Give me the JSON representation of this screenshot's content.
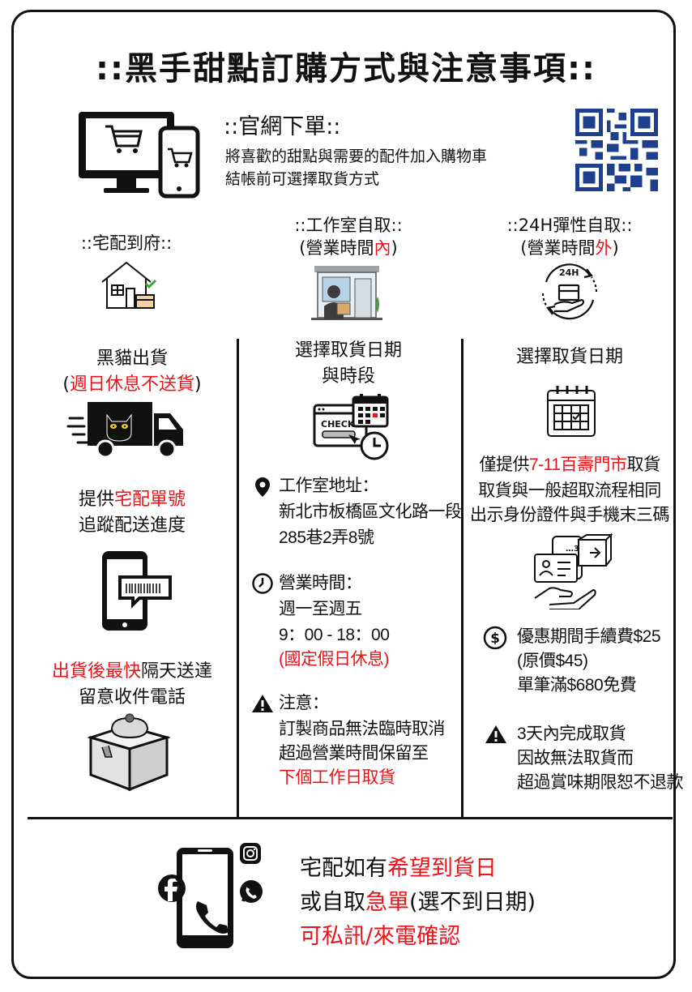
{
  "title": "::黑手甜點訂購方式與注意事項::",
  "official": {
    "heading": "::官網下單::",
    "line1": "將喜歡的甜點與需要的配件加入購物車",
    "line2": "結帳前可選擇取貨方式"
  },
  "delivery": {
    "heading": "::宅配到府::",
    "carrier": "黑貓出貨",
    "no_send_open": "(",
    "no_send": "週日休息不送貨",
    "no_send_close": ")",
    "track_prefix": "提供",
    "track_red": "宅配單號",
    "track_line2": "追蹤配送進度",
    "fast_red": "出貨後最快",
    "fast_rest": "隔天送達",
    "notice": "留意收件電話"
  },
  "studio": {
    "heading": "::工作室自取::",
    "hours_open": "(營業時間",
    "hours_red": "內",
    "hours_close": ")",
    "choose1": "選擇取貨日期",
    "choose2": "與時段",
    "check_label": "CHECK",
    "address_label": "工作室地址：",
    "address1": "新北市板橋區文化路一段",
    "address2": "285巷2弄8號",
    "time_label": "營業時間：",
    "time_days": "週一至週五",
    "time_range": "9：00 - 18：00",
    "time_holiday": "(國定假日休息)",
    "note_label": "注意：",
    "note1": "訂製商品無法臨時取消",
    "note2": "超過營業時間保留至",
    "note3": "下個工作日取貨"
  },
  "self24": {
    "heading": "::24H彈性自取::",
    "hours_open": "(營業時間",
    "hours_red": "外",
    "hours_close": ")",
    "badge": "24H",
    "choose": "選擇取貨日期",
    "store_prefix": "僅提供",
    "store_red": "7-11百壽門市",
    "store_suffix": "取貨",
    "flow": "取貨與一般超取流程相同",
    "id": "出示身份證件與手機末三碼",
    "box_label": "…3",
    "fee1": "優惠期間手續費$25",
    "fee2": "(原價$45)",
    "fee3": "單筆滿$680免費",
    "warn1": "3天內完成取貨",
    "warn2": "因故無法取貨而",
    "warn3": "超過賞味期限恕不退款"
  },
  "contact": {
    "line1_prefix": "宅配如有",
    "line1_red": "希望到貨日",
    "line2_prefix": "或自取",
    "line2_red": "急單",
    "line2_suffix": "(選不到日期)",
    "line3": "可私訊/來電確認"
  },
  "colors": {
    "accent_red": "#e8141b",
    "ink": "#111111",
    "qr_blue": "#1d3f8e"
  }
}
